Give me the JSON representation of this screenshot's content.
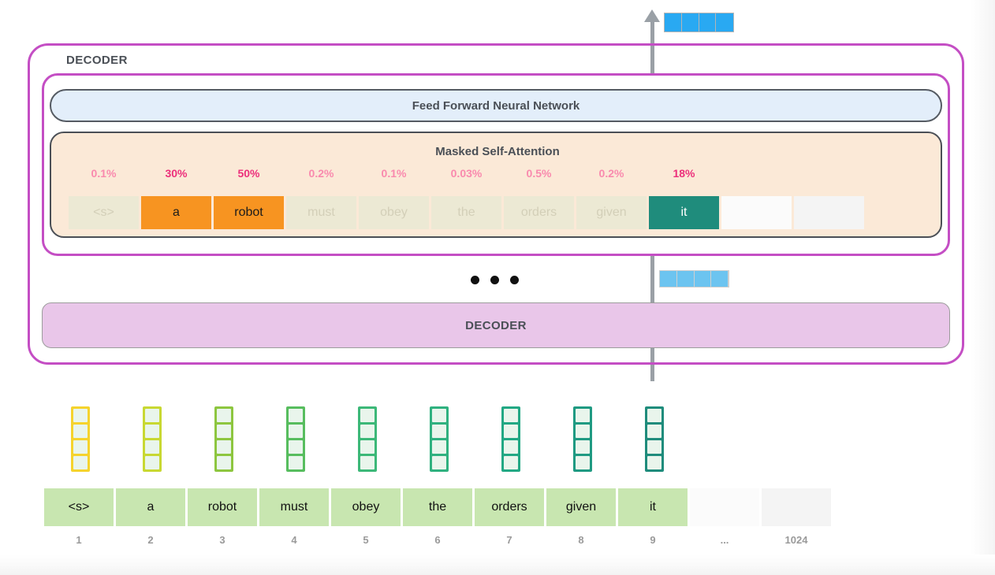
{
  "diagram": {
    "title": "GPT-2 masked self-attention decoder stack",
    "outer_frame_label": "DECODER",
    "inner_blocks": {
      "feed_forward_label": "Feed Forward Neural Network",
      "masked_attention_label": "Masked Self-Attention"
    },
    "bottom_decoder_label": "DECODER",
    "ellipsis": "• • •"
  },
  "attention": {
    "percentages": [
      "0.1%",
      "30%",
      "50%",
      "0.2%",
      "0.1%",
      "0.03%",
      "0.5%",
      "0.2%",
      "18%"
    ],
    "highlight_flags": [
      false,
      true,
      true,
      false,
      false,
      false,
      false,
      false,
      true
    ],
    "cells": [
      {
        "text": "<s>",
        "state": "mask"
      },
      {
        "text": "a",
        "state": "orange"
      },
      {
        "text": "robot",
        "state": "orange"
      },
      {
        "text": "must",
        "state": "mask"
      },
      {
        "text": "obey",
        "state": "mask"
      },
      {
        "text": "the",
        "state": "mask"
      },
      {
        "text": "orders",
        "state": "mask"
      },
      {
        "text": "given",
        "state": "mask"
      },
      {
        "text": "it",
        "state": "teal"
      },
      {
        "text": "",
        "state": "empty"
      },
      {
        "text": "",
        "state": "empty2"
      }
    ]
  },
  "output_vectors": {
    "top": {
      "cells": 4,
      "color": "#29a9f2"
    },
    "middle": {
      "cells": 4,
      "color": "#6cc4f0"
    }
  },
  "embeddings": {
    "rows_per_vector": 4,
    "colors": [
      "#f5d32d",
      "#c8d832",
      "#8dc63f",
      "#57bd5e",
      "#3cb878",
      "#2fb17f",
      "#22a884",
      "#1f9a82",
      "#1f8c7c"
    ]
  },
  "tokens": {
    "labels": [
      "<s>",
      "a",
      "robot",
      "must",
      "obey",
      "the",
      "orders",
      "given",
      "it",
      "",
      ""
    ],
    "indices": [
      "1",
      "2",
      "3",
      "4",
      "5",
      "6",
      "7",
      "8",
      "9",
      "...",
      "1024"
    ]
  },
  "colors": {
    "frame_purple": "#c44ec4",
    "attention_bg": "#fbe9d7",
    "ffnn_bg": "#e3eefa",
    "decoder_block_bg": "#e9c6e9",
    "token_green": "#c8e6b0",
    "highlight_orange": "#f79421",
    "highlight_teal": "#1f8c7c",
    "pct_dim": "#f98aae",
    "pct_hi": "#ec2f7b",
    "arrow_gray": "#9aa0a6"
  }
}
